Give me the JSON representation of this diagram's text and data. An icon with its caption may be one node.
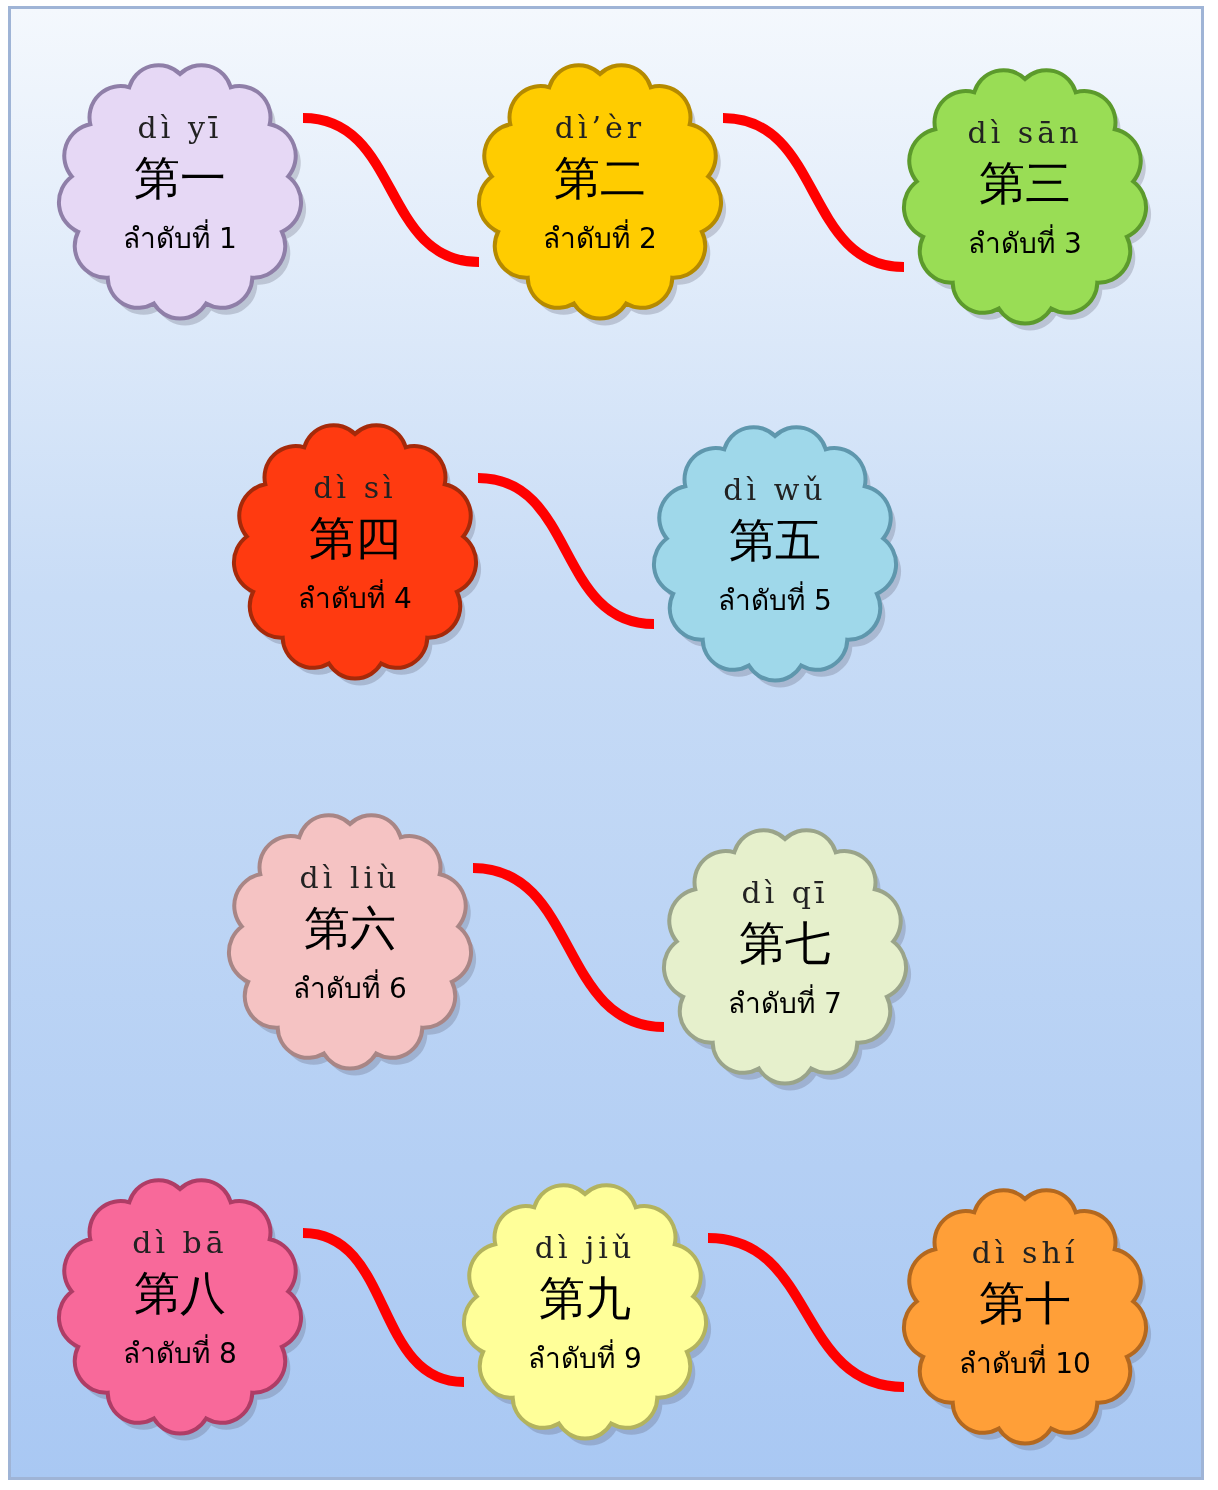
{
  "diagram": {
    "nodes": [
      {
        "text": [
          "dì yī",
          "第一",
          "ลำดับที่ 1"
        ]
      },
      {
        "text": [
          "dì’èr",
          "第二",
          "ลำดับที่ 2"
        ]
      },
      {
        "text": [
          "dì sān",
          "第三",
          "ลำดับที่ 3"
        ]
      },
      {
        "text": [
          "dì sì",
          "第四",
          "ลำดับที่ 4"
        ]
      },
      {
        "text": [
          "dì wǔ",
          "第五",
          "ลำดับที่ 5"
        ]
      },
      {
        "text": [
          "dì liù",
          "第六",
          "ลำดับที่ 6"
        ]
      },
      {
        "text": [
          "dì qī",
          "第七",
          "ลำดับที่ 7"
        ]
      },
      {
        "text": [
          "dì bā",
          "第八",
          "ลำดับที่ 8"
        ]
      },
      {
        "text": [
          "dì jiǔ",
          "第九",
          "ลำดับที่ 9"
        ]
      },
      {
        "text": [
          "dì shí",
          "第十",
          "ลำดับที่ 10"
        ]
      }
    ],
    "edges": [
      {
        "from": 0,
        "to": 1,
        "arrow": "none"
      },
      {
        "from": 1,
        "to": 2,
        "arrow": "none"
      },
      {
        "from": 3,
        "to": 4,
        "arrow": "none"
      },
      {
        "from": 5,
        "to": 6,
        "arrow": "none"
      },
      {
        "from": 7,
        "to": 8,
        "arrow": "none"
      },
      {
        "from": 8,
        "to": 9,
        "arrow": "none"
      }
    ]
  }
}
